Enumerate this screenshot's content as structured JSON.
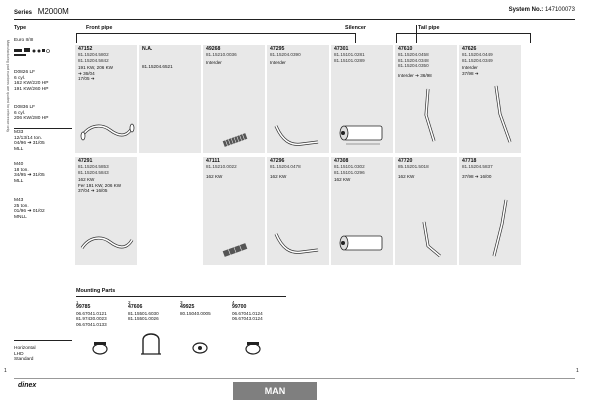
{
  "header": {
    "series_label": "Series",
    "series_value": "M2000M",
    "system_label": "System No.:",
    "system_value": "147100073"
  },
  "sidebar_text": "Manufacturing part numbers are quoted for reference only",
  "type_title": "Type",
  "left_types": [
    "Euro II/III",
    "D0826 LF\n6 cyl.\n162 KW/220 HP\n191 KW/260 HP",
    "D0836 LF\n6 cyl.\n206 KW/280 HP",
    "M33\n12/13/14 ton.\n04/96 ➔ 31/05\nMLL",
    "M40\n18 ton.\n34/95 ➔ 31/05\nMLL",
    "M43\n25 ton.\n01/96 ➔ 01/02\nMNLL"
  ],
  "left_bottom": [
    "Horizontal",
    "LHD",
    "Standard"
  ],
  "sections": {
    "front_pipe": "Front pipe",
    "silencer": "Silencer",
    "tail_pipe": "Tail pipe"
  },
  "row1": [
    {
      "pn": "47152",
      "refs": "81.15204.5802\n81.15204.5842",
      "note": "191 KW, 206 KW\n➔ 36/04\n17/05 ➔"
    },
    {
      "pn": "N.A.",
      "refs": "",
      "note": "81.15204.6521"
    },
    {
      "pn": "49268",
      "refs": "81.15210.0036",
      "note": "Interder"
    },
    {
      "pn": "47295",
      "refs": "81.15204.0390",
      "note": "Interder"
    },
    {
      "pn": "47301",
      "refs": "81.15101.0281\n81.15101.0289",
      "note": ""
    },
    {
      "pn": "47610",
      "refs": "81.15204.0458\n81.15204.0348\n81.15204.0350",
      "note": "Interder ➔ 36/98"
    },
    {
      "pn": "47626",
      "refs": "81.15204.0449\n81.15204.0349",
      "note": "Interder\n37/98 ➔"
    }
  ],
  "row2": [
    {
      "pn": "47291",
      "refs": "81.15204.5853\n81.15204.5843",
      "note": "162 KW\nFer 191 KW, 206 KW\n37/04 ➔ 16/05"
    },
    {
      "pn": "",
      "refs": "",
      "note": ""
    },
    {
      "pn": "47111",
      "refs": "81.15210.0022",
      "note": "162 KW"
    },
    {
      "pn": "47296",
      "refs": "81.15204.0478",
      "note": "162 KW"
    },
    {
      "pn": "47308",
      "refs": "81.15101.0302\n81.15101.0296",
      "note": "162 KW"
    },
    {
      "pn": "47720",
      "refs": "85.15201.5018",
      "note": "162 KW"
    },
    {
      "pn": "47718",
      "refs": "81.15204.5837",
      "note": "37/98 ➔ 16/00"
    }
  ],
  "mounting": {
    "title": "Mounting Parts",
    "items": [
      {
        "num": "1",
        "pn": "99785",
        "refs": "06.67041.0121\n81.97430.0023\n06.67041.0133"
      },
      {
        "num": "2",
        "pn": "47606",
        "refs": "81.15501.6030\n81.15501.0026"
      },
      {
        "num": "3",
        "pn": "49925",
        "refs": "80.15040.0005"
      },
      {
        "num": "4",
        "pn": "99700",
        "refs": "06.67041.0124\n06.67043.0124"
      }
    ]
  },
  "brand": "MAN",
  "logo_text": "dinex",
  "page_corner": "1"
}
